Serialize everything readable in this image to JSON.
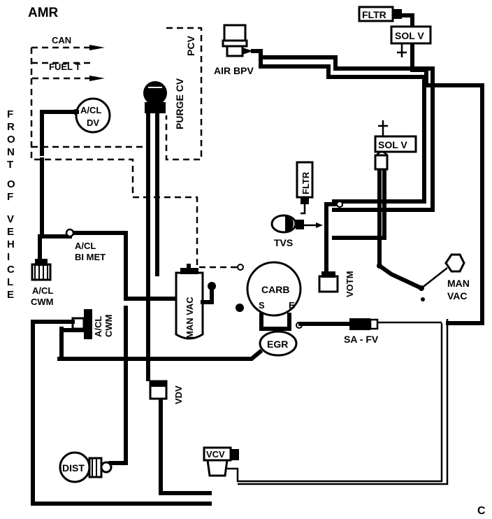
{
  "diagram": {
    "code": "AMR",
    "corner_mark": "C",
    "side_label": {
      "line1": [
        "F",
        "R",
        "O",
        "N",
        "T"
      ],
      "line2": [
        "O",
        "F"
      ],
      "line3": [
        "V",
        "E",
        "H",
        "I",
        "C",
        "L",
        "E"
      ]
    },
    "components": {
      "can": "CAN",
      "fuel_t": "FUEL  T",
      "pcv": "PCV",
      "purge_cv": "PURGE CV",
      "acl_dv_top": "A/CL",
      "acl_dv_bottom": "DV",
      "air_bpv": "AIR  BPV",
      "fltr_top": "FLTR",
      "sol_v_top": "SOL V",
      "sol_v_mid": "SOL V",
      "fltr_mid": "FLTR",
      "tvs": "TVS",
      "votm": "VOTM",
      "man_vac_right_1": "MAN",
      "man_vac_right_2": "VAC",
      "acl_bi_met_1": "A/CL",
      "acl_bi_met_2": "BI  MET",
      "acl_cwm_left_1": "A/CL",
      "acl_cwm_left_2": "CWM",
      "man_vac_center": "MAN VAC",
      "carb": "CARB",
      "carb_s": "S",
      "carb_e": "E",
      "acl_cwm_center_1": "A/CL",
      "acl_cwm_center_2": "CWM",
      "egr": "EGR",
      "sa_fv": "SA - FV",
      "vdv": "VDV",
      "dist": "DIST",
      "vcv": "VCV"
    }
  }
}
